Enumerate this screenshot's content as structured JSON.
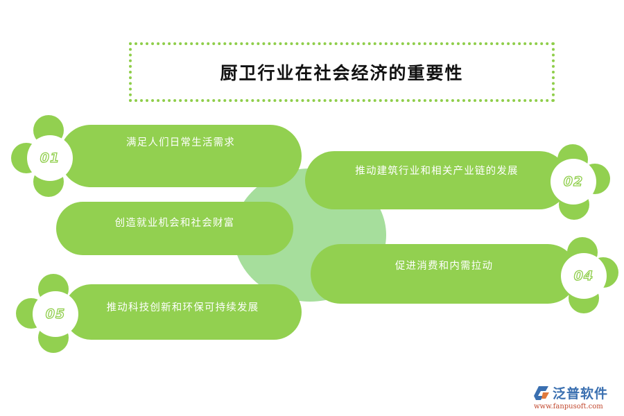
{
  "title": "厨卫行业在社会经济的重要性",
  "colors": {
    "pill_green": "#92d050",
    "center_light_green": "#a6de9c",
    "title_border": "#8fce4a",
    "number_outline": "#8fce4a"
  },
  "items": [
    {
      "number": "01",
      "label": "满足人们日常生活需求"
    },
    {
      "number": "02",
      "label": "推动建筑行业和相关产业链的发展"
    },
    {
      "number": "",
      "label": "创造就业机会和社会财富"
    },
    {
      "number": "04",
      "label": "促进消费和内需拉动"
    },
    {
      "number": "05",
      "label": "推动科技创新和环保可持续发展"
    }
  ],
  "logo": {
    "name": "泛普软件",
    "url": "www.fanpusoft.com",
    "icon": "fanpu-logo-icon"
  }
}
